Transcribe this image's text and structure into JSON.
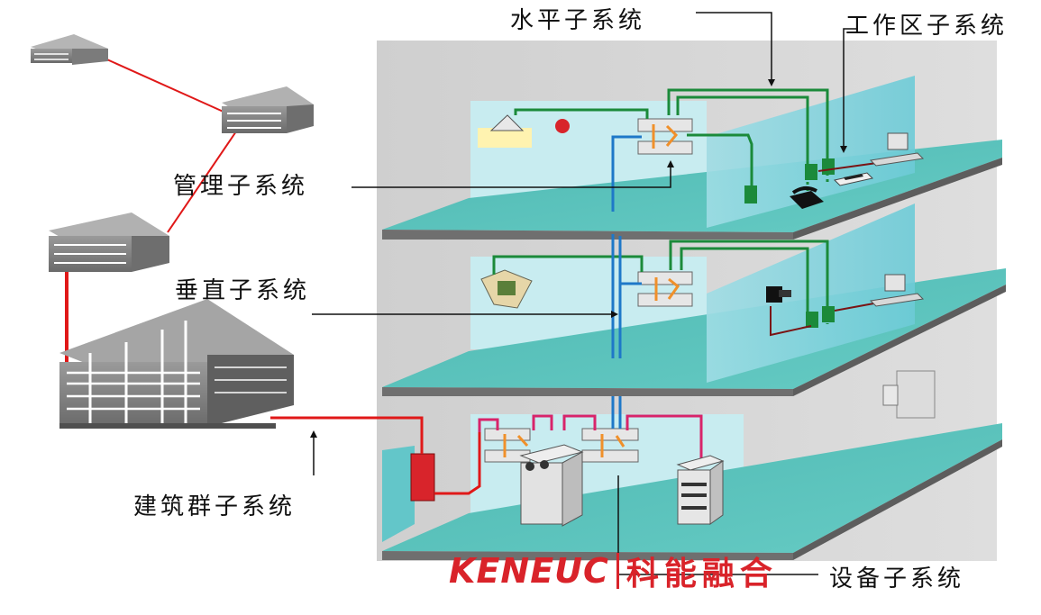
{
  "labels": {
    "horizontal": "水平子系统",
    "work_area": "工作区子系统",
    "management": "管理子系统",
    "vertical": "垂直子系统",
    "campus": "建筑群子系统",
    "equipment": "设备子系统"
  },
  "brand": {
    "latin": "KENEUC",
    "chinese": "科能融合"
  },
  "colors": {
    "wall": "#d3d3d3",
    "floor_top": "#5cc3bd",
    "floor_edge": "#6f6f6f",
    "partition": "#7fd3dd",
    "backwall_room": "#c8ecf0",
    "green_cable": "#1b8a3a",
    "blue_cable": "#1e78c8",
    "red_cable": "#e01818",
    "pink_cable": "#d8246a",
    "brown_cable": "#7a1414",
    "patch_cord": "#f0902a",
    "brand_red": "#d9232a"
  }
}
